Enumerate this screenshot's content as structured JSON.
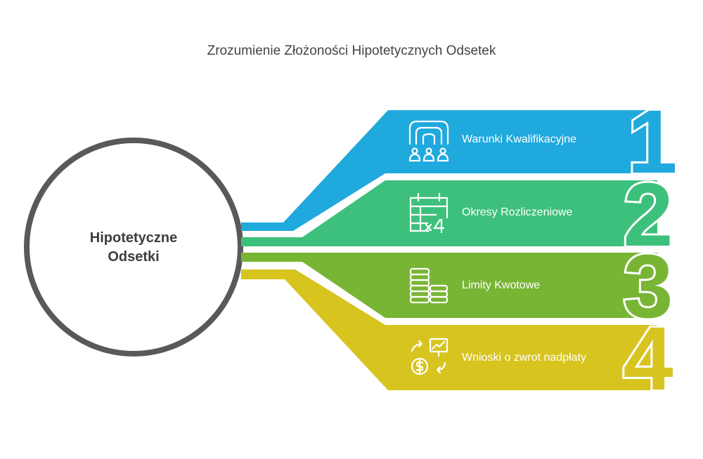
{
  "title": "Zrozumienie Złożoności Hipotetycznych Odsetek",
  "center": {
    "line1": "Hipotetyczne",
    "line2": "Odsetki"
  },
  "items": [
    {
      "number": "1",
      "label": "Warunki Kwalifikacyjne",
      "color": "#1fa9dc",
      "icon": "pipes-people-icon"
    },
    {
      "number": "2",
      "label": "Okresy Rozliczeniowe",
      "color": "#3dc07b",
      "icon": "calendar-x4-icon"
    },
    {
      "number": "3",
      "label": "Limity Kwotowe",
      "color": "#78b534",
      "icon": "coin-stacks-icon"
    },
    {
      "number": "4",
      "label": "Wnioski o zwrot nadpłaty",
      "color": "#d7c41f",
      "icon": "refund-dollar-icon"
    }
  ],
  "colors": {
    "circle": "#595959",
    "title": "#444444"
  }
}
